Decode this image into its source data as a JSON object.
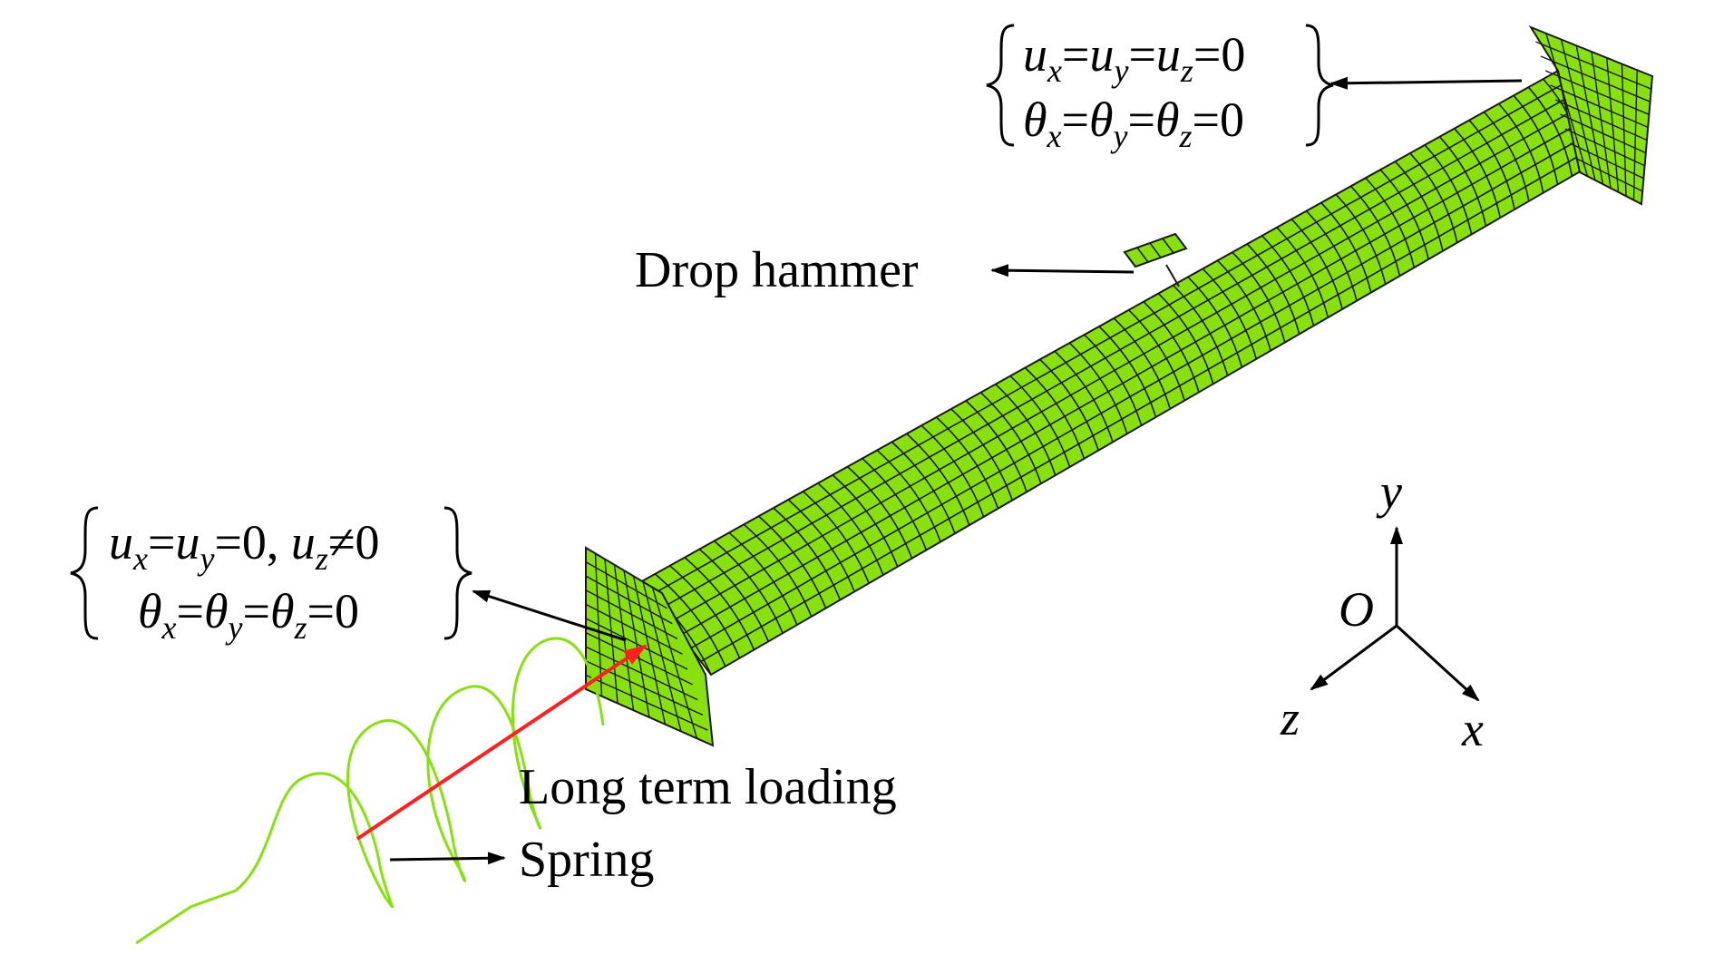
{
  "labels": {
    "drop_hammer": "Drop hammer",
    "long_term_loading": "Long term loading",
    "spring": "Spring"
  },
  "bc_fixed": {
    "u_x": "u",
    "sub_x": "x",
    "eq1": "=",
    "u_y": "u",
    "sub_y": "y",
    "eq2": "=",
    "u_z": "u",
    "sub_z": "z",
    "tail": "=0",
    "t_x": "θ",
    "tsub_x": "x",
    "teq1": "=",
    "t_y": "θ",
    "tsub_y": "y",
    "teq2": "=",
    "t_z": "θ",
    "tsub_z": "z",
    "ttail": "=0"
  },
  "bc_free": {
    "u_x": "u",
    "sub_x": "x",
    "eq1": "=",
    "u_y": "u",
    "sub_y": "y",
    "mid": "=0, ",
    "u_z": "u",
    "sub_z": "z",
    "tail": "≠0",
    "t_x": "θ",
    "tsub_x": "x",
    "teq1": "=",
    "t_y": "θ",
    "tsub_y": "y",
    "teq2": "=",
    "t_z": "θ",
    "tsub_z": "z",
    "ttail": "=0"
  },
  "axes": {
    "y": "y",
    "origin": "O",
    "z": "z",
    "x": "x"
  },
  "colors": {
    "mesh_fill": "#88e010",
    "mesh_line": "#1a1a1a",
    "spring": "#88e010",
    "load_arrow": "#ff2020",
    "annotation": "#000000"
  }
}
